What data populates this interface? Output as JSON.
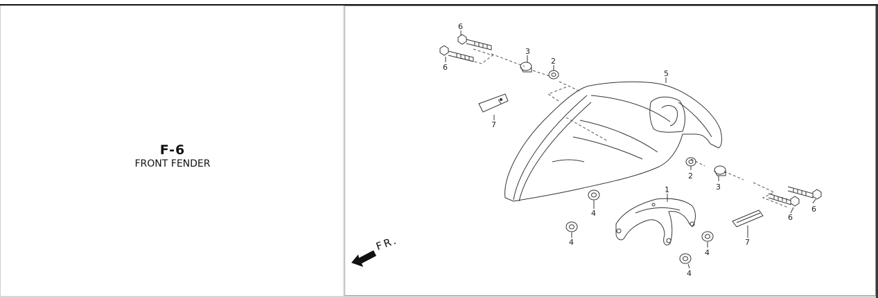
{
  "part": {
    "code": "F-6",
    "name": "FRONT FENDER"
  },
  "callouts": [
    "1",
    "2",
    "3",
    "4",
    "5",
    "6",
    "7"
  ],
  "direction_label": "FR."
}
